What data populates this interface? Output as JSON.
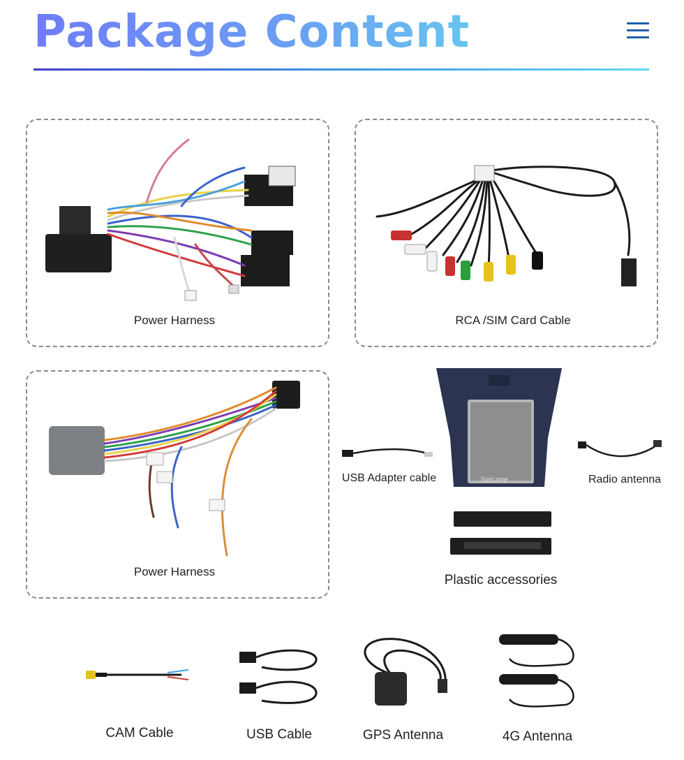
{
  "header": {
    "title": "Package Content"
  },
  "items": {
    "power_harness_1": "Power Harness",
    "rca_sim_cable": "RCA /SIM Card Cable",
    "power_harness_2": "Power Harness",
    "usb_adapter_cable": "USB Adapter cable",
    "radio_antenna": "Radio antenna",
    "plastic_accessories": "Plastic accessories",
    "cam_cable": "CAM Cable",
    "usb_cable": "USB Cable",
    "gps_antenna": "GPS Antenna",
    "antenna_4g": "4G Antenna"
  },
  "device": {
    "brand_logo": "Seicane"
  },
  "colors": {
    "title_gradient_start": "#6f7df7",
    "title_gradient_end": "#67c4ef",
    "rule_start": "#3e3ec9",
    "rule_end": "#62d8f0",
    "menu_icon": "#1e5fa8"
  }
}
